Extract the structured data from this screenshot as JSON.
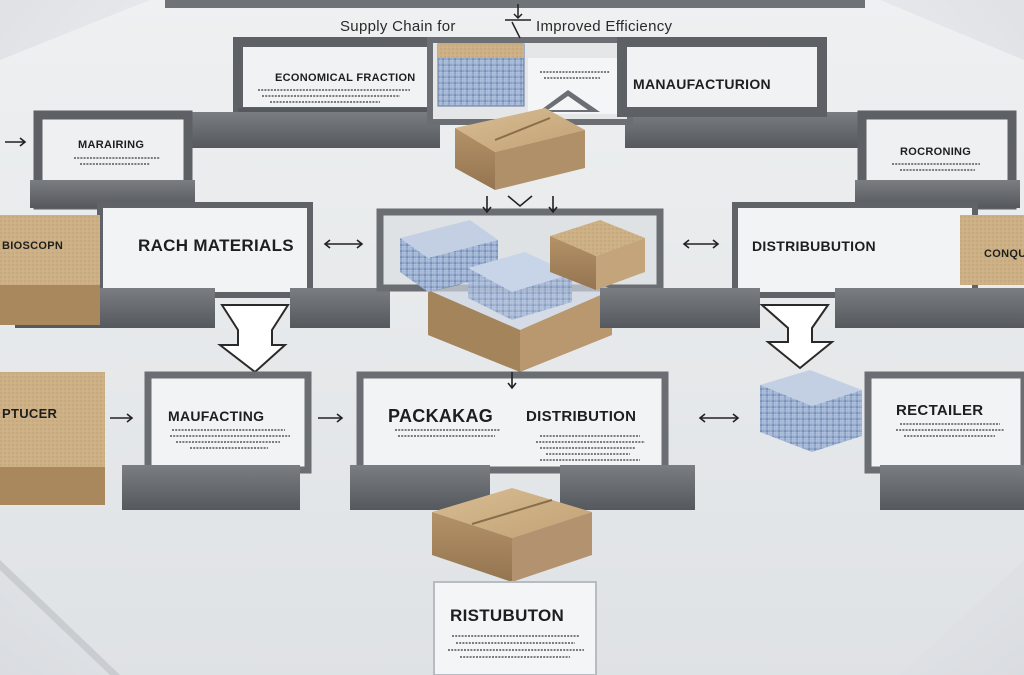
{
  "title": {
    "left": "Supply Chain for",
    "right": "Improved Efficiency"
  },
  "labels": {
    "top_left_box": "ECONOMICAL FRACTION",
    "top_right_box": "MANAUFACTURION",
    "left_box": "MARAIRING",
    "right_box": "ROCRONING",
    "edge_left": "BIOSCOPN",
    "edge_right": "CONQUI",
    "raw_materials": "RACH MATERIALS",
    "distribution_right": "DISTRIBUBUTION",
    "producer": "PTUCER",
    "manufacturing": "MAUFACTING",
    "packaging": "PACKAKAG",
    "distribution_center": "DISTRIBUTION",
    "retailer": "RECTAILER",
    "bottom_card": "RISTUBUTON"
  },
  "colors": {
    "platform": "#e6e8ea",
    "wall": "#6b6e72",
    "wall_dark": "#55585c",
    "cardboard": "#c9ab80",
    "cardboard_dark": "#a8885c",
    "glass": "#8fa6c9"
  }
}
